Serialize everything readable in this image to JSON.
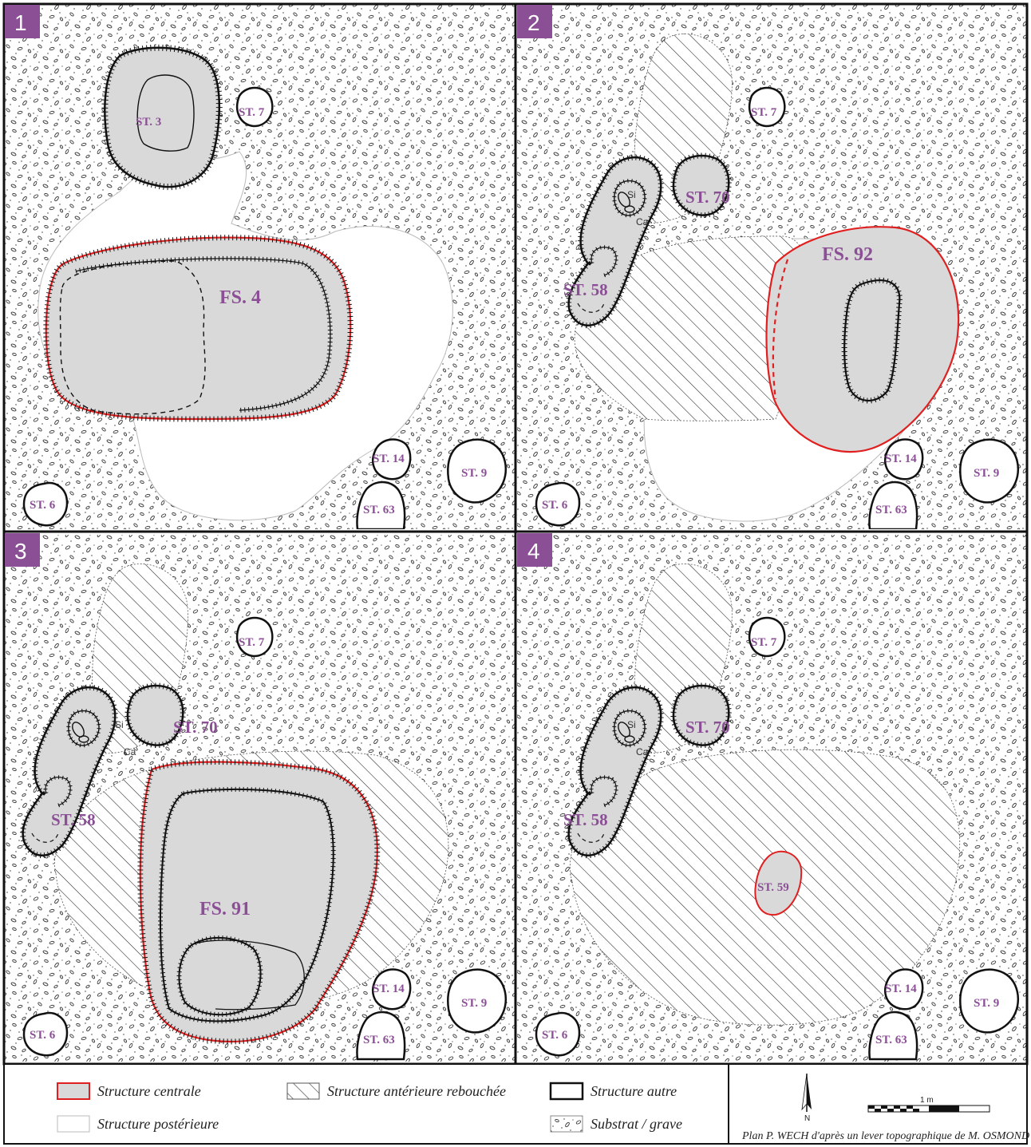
{
  "panels": [
    {
      "number": "1",
      "labels": {
        "st3": "ST. 3",
        "st7": "ST. 7",
        "fs4": "FS. 4",
        "st14": "ST. 14",
        "st9": "ST. 9",
        "st6": "ST. 6",
        "st63": "ST. 63"
      }
    },
    {
      "number": "2",
      "labels": {
        "st7": "ST. 7",
        "st70": "ST. 70",
        "st58": "ST. 58",
        "fs92": "FS. 92",
        "st14": "ST. 14",
        "st9": "ST. 9",
        "st6": "ST. 6",
        "st63": "ST. 63",
        "si": "Si",
        "ca": "Ca"
      }
    },
    {
      "number": "3",
      "labels": {
        "st7": "ST. 7",
        "st70": "ST. 70",
        "st58": "ST. 58",
        "fs91": "FS. 91",
        "st14": "ST. 14",
        "st9": "ST. 9",
        "st6": "ST. 6",
        "st63": "ST. 63",
        "si": "Si",
        "ca": "Ca"
      }
    },
    {
      "number": "4",
      "labels": {
        "st7": "ST. 7",
        "st70": "ST. 70",
        "st58": "ST. 58",
        "st59": "ST. 59",
        "st14": "ST. 14",
        "st9": "ST. 9",
        "st6": "ST. 6",
        "st63": "ST. 63",
        "si": "Si",
        "ca": "Ca"
      }
    }
  ],
  "legend": {
    "central": "Structure centrale",
    "posterior": "Structure postérieure",
    "anterior": "Structure antérieure rebouchée",
    "other": "Structure autre",
    "substrate": "Substrat / grave"
  },
  "north_label": "N",
  "scale_label": "1 m",
  "credit": "Plan P. WECH d'après un lever topographique de M. OSMOND",
  "colors": {
    "accent": "#8b4f95",
    "central_outline": "#e02020",
    "fill_grey": "#d9d9d9"
  },
  "icons": [
    "north-arrow-icon",
    "scale-bar-icon"
  ]
}
